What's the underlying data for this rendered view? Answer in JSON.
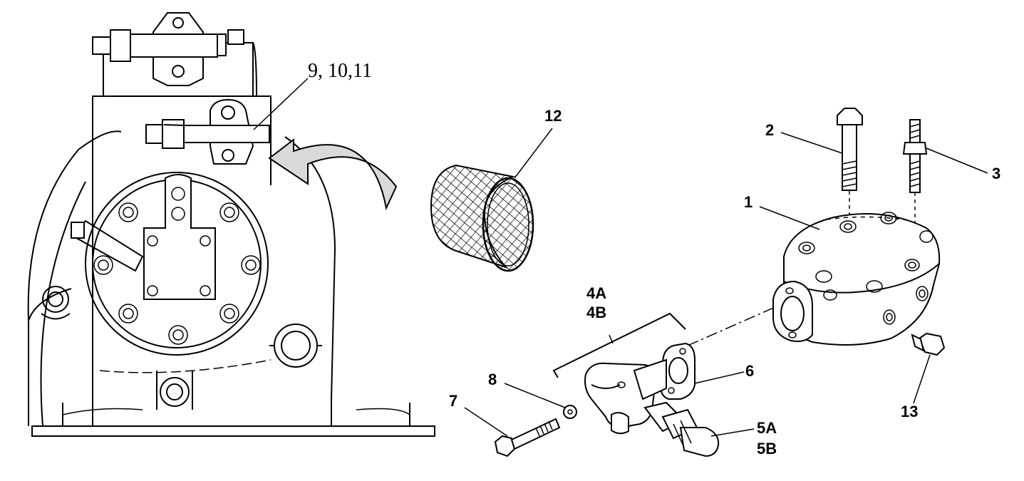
{
  "diagram": {
    "callouts": {
      "c1": "1",
      "c2": "2",
      "c3": "3",
      "c4a": "4A",
      "c4b": "4B",
      "c5a": "5A",
      "c5b": "5B",
      "c6": "6",
      "c7": "7",
      "c8": "8",
      "c9_10_11": "9, 10,11",
      "c12": "12",
      "c13": "13"
    },
    "parts": [
      {
        "id": "compressor-assembly",
        "icon": "compressor-icon"
      },
      {
        "id": "cylinder-head",
        "icon": "cylinder-head-icon"
      },
      {
        "id": "service-valve",
        "icon": "valve-icon"
      },
      {
        "id": "strainer-screen",
        "icon": "mesh-screen-icon"
      },
      {
        "id": "gasket",
        "icon": "gasket-icon"
      },
      {
        "id": "bolts",
        "icon": "bolt-icon"
      },
      {
        "id": "stud",
        "icon": "stud-icon"
      },
      {
        "id": "washer",
        "icon": "washer-icon"
      },
      {
        "id": "plug",
        "icon": "plug-icon"
      }
    ],
    "colors": {
      "line": "#000000",
      "background": "#ffffff",
      "arrow_fill": "#d9d9d9"
    }
  }
}
